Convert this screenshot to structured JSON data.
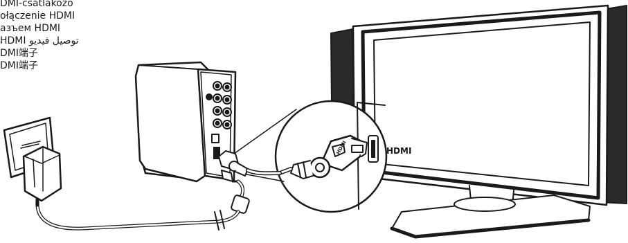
{
  "labels": [
    "DMI-csatlakozó",
    "ołączenie HDMI",
    "азъем HDMI",
    "توصيل فيديو HDMI",
    "DMI端子",
    "DMI端子"
  ],
  "port_label": "HDMI",
  "plug_label": "HDMI",
  "colors": {
    "line": "#1a1a1a",
    "fill": "#ffffff",
    "dark": "#111111"
  }
}
